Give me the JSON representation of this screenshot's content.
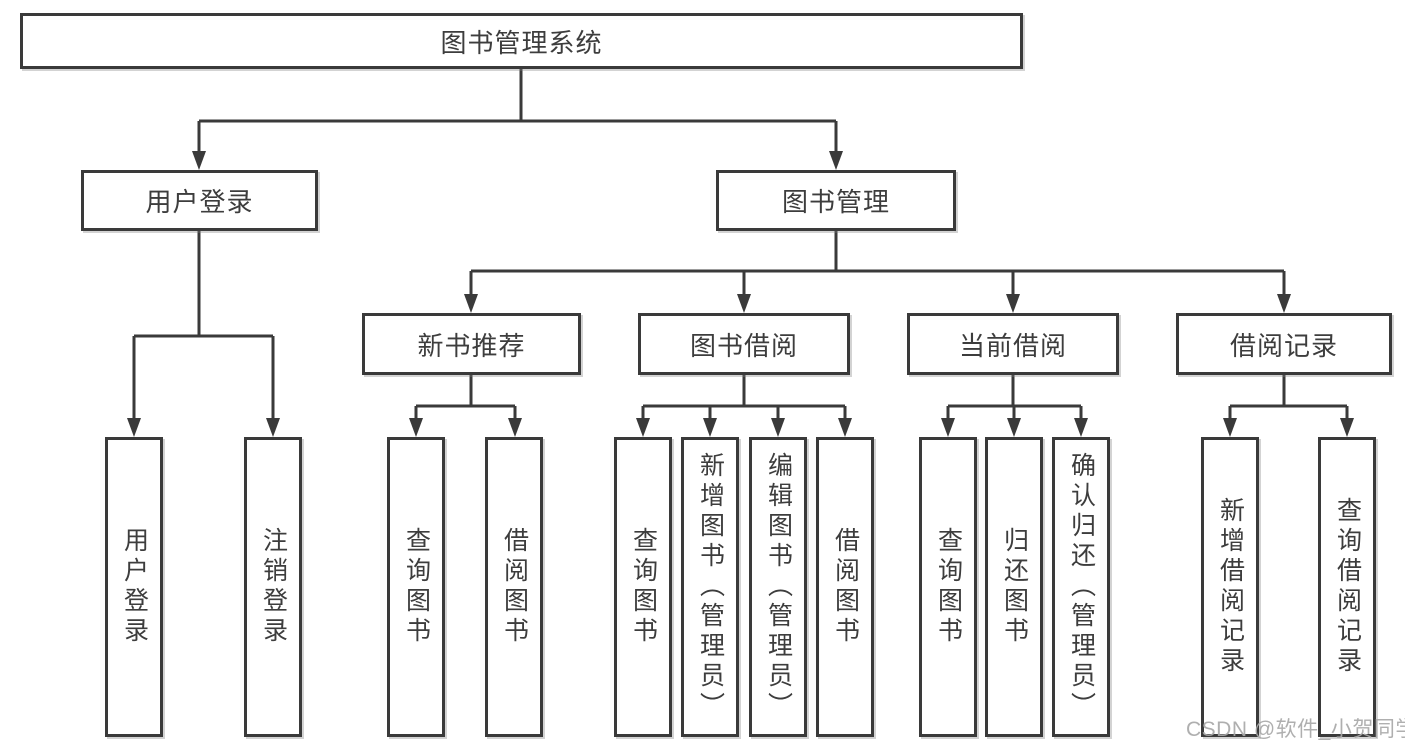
{
  "diagram": {
    "root": {
      "label": "图书管理系统"
    },
    "user_login": {
      "label": "用户登录",
      "children": [
        "用户登录",
        "注销登录"
      ]
    },
    "book_mgmt": {
      "label": "图书管理",
      "new_book_rec": {
        "label": "新书推荐",
        "children": [
          "查询图书",
          "借阅图书"
        ]
      },
      "book_borrow": {
        "label": "图书借阅",
        "children": [
          "查询图书",
          "新增图书（管理员）",
          "编辑图书（管理员）",
          "借阅图书"
        ]
      },
      "current_borrow": {
        "label": "当前借阅",
        "children": [
          "查询图书",
          "归还图书",
          "确认归还（管理员）"
        ]
      },
      "borrow_records": {
        "label": "借阅记录",
        "children": [
          "新增借阅记录",
          "查询借阅记录"
        ]
      }
    }
  },
  "watermark": {
    "text": "CSDN @软件_小贺同学"
  },
  "colors": {
    "line": "#3a3a3a",
    "box_border": "#3a3a3a",
    "text": "#3d3d3d",
    "watermark": "#a8a8a8",
    "background": "#ffffff"
  }
}
